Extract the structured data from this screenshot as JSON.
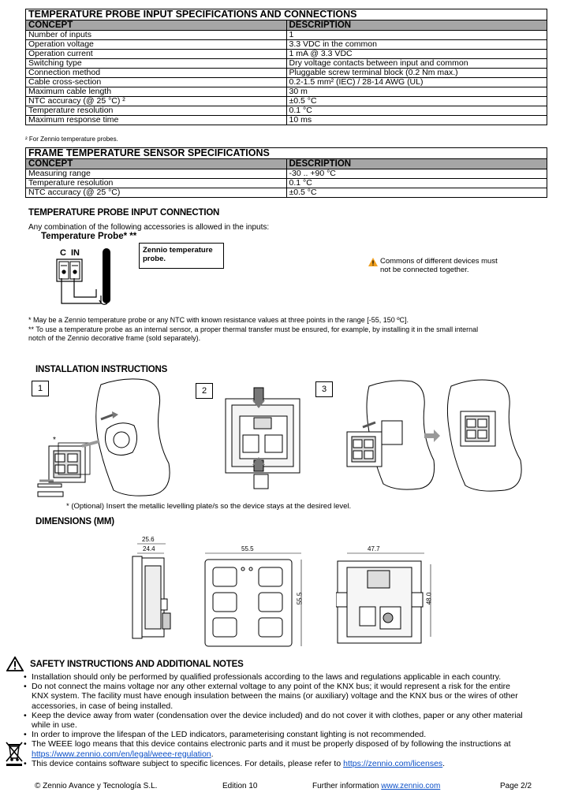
{
  "input_table": {
    "title": "TEMPERATURE PROBE INPUT SPECIFICATIONS AND CONNECTIONS",
    "col_concept": "CONCEPT",
    "col_description": "DESCRIPTION",
    "rows": [
      {
        "concept": "Number of inputs",
        "description": "1"
      },
      {
        "concept": "Operation voltage",
        "description": "3.3 VDC in the common"
      },
      {
        "concept": "Operation current",
        "description": "1 mA @ 3.3 VDC"
      },
      {
        "concept": "Switching type",
        "description": "Dry voltage contacts between input and common"
      },
      {
        "concept": "Connection method",
        "description": "Pluggable screw terminal block (0.2 Nm max.)"
      },
      {
        "concept": "Cable cross-section",
        "description": "0.2-1.5 mm² (IEC) / 28-14 AWG (UL)"
      },
      {
        "concept": "Maximum cable length",
        "description": "30 m"
      },
      {
        "concept": "NTC accuracy (@ 25 °C) ²",
        "description": "±0.5 °C"
      },
      {
        "concept": "Temperature resolution",
        "description": "0.1 °C"
      },
      {
        "concept": "Maximum response time",
        "description": "10 ms"
      }
    ],
    "footnote": "² For Zennio temperature probes."
  },
  "frame_table": {
    "title": "FRAME TEMPERATURE SENSOR SPECIFICATIONS",
    "col_concept": "CONCEPT",
    "col_description": "DESCRIPTION",
    "rows": [
      {
        "concept": "Measuring range",
        "description": "-30 .. +90 °C"
      },
      {
        "concept": "Temperature resolution",
        "description": "0.1 °C"
      },
      {
        "concept": "NTC accuracy (@ 25 °C)",
        "description": "±0.5 °C"
      }
    ]
  },
  "probe_section": {
    "heading": "TEMPERATURE PROBE INPUT CONNECTION",
    "intro": "Any combination of the following accessories is allowed in the inputs:",
    "probe_title": "Temperature Probe* **",
    "terminal_c": "C",
    "terminal_in": "IN",
    "probe_box_text": "Zennio temperature probe.",
    "warning_line1": "Commons of different devices must",
    "warning_line2": "not be connected together.",
    "note1": "* May be a Zennio temperature probe or any NTC with known resistance values at three points in the range [-55, 150 ºC].",
    "note2a": "** To use a temperature probe as an internal sensor, a proper thermal transfer must be ensured, for example, by installing it in the small internal",
    "note2b": "notch of the Zennio decorative frame (sold separately)."
  },
  "installation": {
    "heading": "INSTALLATION INSTRUCTIONS",
    "steps": [
      "1",
      "2",
      "3"
    ],
    "asterisk": "*",
    "note": "* (Optional) Insert the metallic levelling plate/s so the device stays at the desired level."
  },
  "dimensions": {
    "heading": "DIMENSIONS (MM)",
    "side_outer": "25.6",
    "side_inner": "24.4",
    "front_width": "55.5",
    "front_height": "55.5",
    "back_width": "47.7",
    "back_height": "48.0"
  },
  "safety": {
    "heading": "SAFETY INSTRUCTIONS AND ADDITIONAL NOTES",
    "b1": "Installation should only be performed by qualified professionals according to the laws and regulations applicable in each country.",
    "b2a": "Do not connect the mains voltage nor any other external voltage to any point of the KNX bus; it would represent a risk for the entire",
    "b2b": "KNX system. The facility must have enough insulation between the mains (or auxiliary) voltage and the KNX bus or the wires of other",
    "b2c": "accessories, in case of being installed.",
    "b3a": "Keep the device away from water (condensation over the device included) and do not cover it with clothes, paper or any other material",
    "b3b": "while in use.",
    "b4": "In order to improve the lifespan of the LED indicators, parameterising constant lighting is not recommended.",
    "b5a": "The WEEE logo means that this device contains electronic parts and it must be properly disposed of by following the instructions at",
    "b5_link": "https://www.zennio.com/en/legal/weee-regulation",
    "b5_end": ".",
    "b6_text": "This device contains software subject to specific licences. For details, please refer to ",
    "b6_link": "https://zennio.com/licenses",
    "b6_end": "."
  },
  "footer": {
    "company": "© Zennio Avance y Tecnología S.L.",
    "edition": "Edition 10",
    "further": "Further information ",
    "further_link": "www.zennio.com",
    "page": "Page 2/2"
  },
  "colors": {
    "header_gray": "#a6a6a6",
    "warning": "#f0a020",
    "link": "#0b4fc7"
  }
}
